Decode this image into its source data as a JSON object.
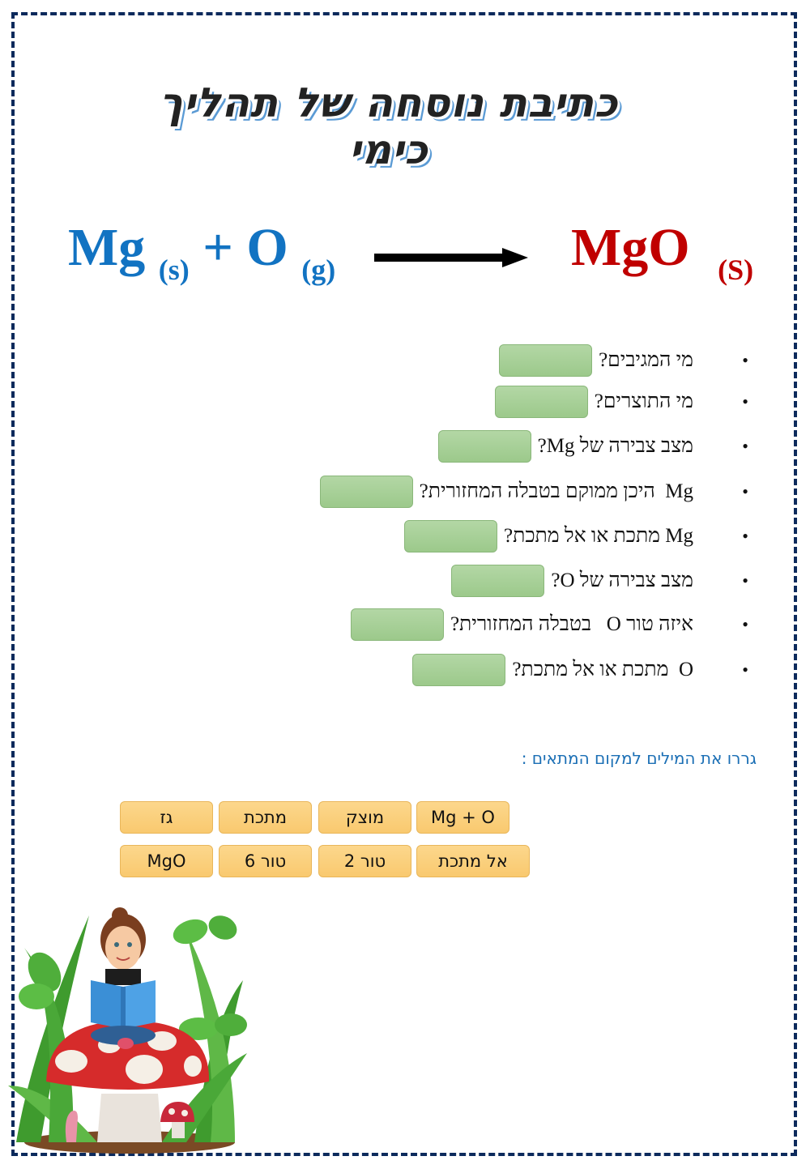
{
  "title": "כתיבת נוסחה של תהליך כימי",
  "equation": {
    "reactant1": "Mg",
    "reactant1_state": "(s)",
    "plus": "+",
    "reactant2": "O",
    "reactant2_state": "(g)",
    "product": "MgO",
    "product_state": "(S)",
    "reactant_color": "#1273c2",
    "product_color": "#c00000"
  },
  "questions": [
    {
      "text": "מי המגיבים?",
      "bullet": "•"
    },
    {
      "text": "מי התוצרים?",
      "bullet": "•"
    },
    {
      "text": "מצב צבירה של Mg?",
      "bullet": "•"
    },
    {
      "text": "Mg  היכן ממוקם בטבלה המחזורית?",
      "bullet": "•"
    },
    {
      "text": "Mg מתכת או אל מתכת?",
      "bullet": "•"
    },
    {
      "text": "מצב צבירה של O?",
      "bullet": "•"
    },
    {
      "text": "איזה טור O   בטבלה המחזורית?",
      "bullet": "•"
    },
    {
      "text": "O  מתכת או אל מתכת?",
      "bullet": "•"
    }
  ],
  "instruction": "גררו את המילים למקום המתאים :",
  "word_bank": [
    {
      "label": "גז"
    },
    {
      "label": "מתכת"
    },
    {
      "label": "מוצק"
    },
    {
      "label": "Mg + O"
    },
    {
      "label": "MgO"
    },
    {
      "label": "טור 6"
    },
    {
      "label": "טור 2"
    },
    {
      "label": "אל מתכת"
    }
  ],
  "colors": {
    "border": "#0c2a5c",
    "drop_zone": "#a8d08d",
    "word_chip": "#fbd07c",
    "instruction": "#1b6fb5"
  },
  "illustration": "girl-reading-on-mushroom"
}
